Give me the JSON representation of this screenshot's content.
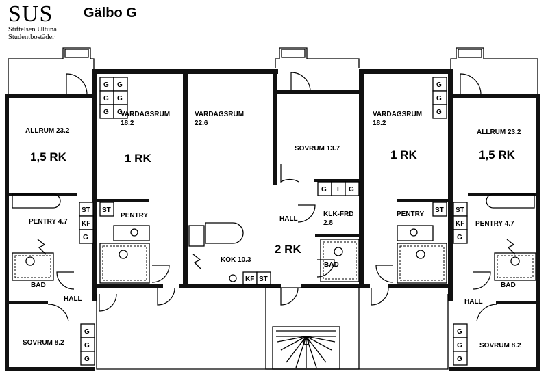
{
  "logo": {
    "mark": "SUS",
    "line1": "Stiftelsen Ultuna",
    "line2": "Studentbostäder"
  },
  "title": "Gälbo G",
  "rooms": {
    "allrum_left": "ALLRUM 23.2",
    "type_left": "1,5 RK",
    "pentry_left": "PENTRY 4.7",
    "bad_left": "BAD",
    "hall_left": "HALL",
    "sovrum_left": "SOVRUM 8.2",
    "vardagsrum_a_name": "VARDAGSRUM",
    "vardagsrum_a_area": "18.2",
    "type_a": "1 RK",
    "pentry_a": "PENTRY",
    "vardagsrum_b_name": "VARDAGSRUM",
    "vardagsrum_b_area": "22.6",
    "kok": "KÖK 10.3",
    "sovrum_mid": "SOVRUM 13.7",
    "hall_mid": "HALL",
    "type_mid": "2 RK",
    "klk_frd_name": "KLK-FRD",
    "klk_frd_area": "2.8",
    "bad_mid": "BAD",
    "vardagsrum_c_name": "VARDAGSRUM",
    "vardagsrum_c_area": "18.2",
    "type_c": "1 RK",
    "pentry_c": "PENTRY",
    "allrum_right": "ALLRUM 23.2",
    "type_right": "1,5 RK",
    "pentry_right": "PENTRY 4.7",
    "bad_right": "BAD",
    "hall_right": "HALL",
    "sovrum_right": "SOVRUM 8.2"
  },
  "symbols": {
    "g": "G",
    "i": "I",
    "st": "ST",
    "kf": "KF"
  }
}
